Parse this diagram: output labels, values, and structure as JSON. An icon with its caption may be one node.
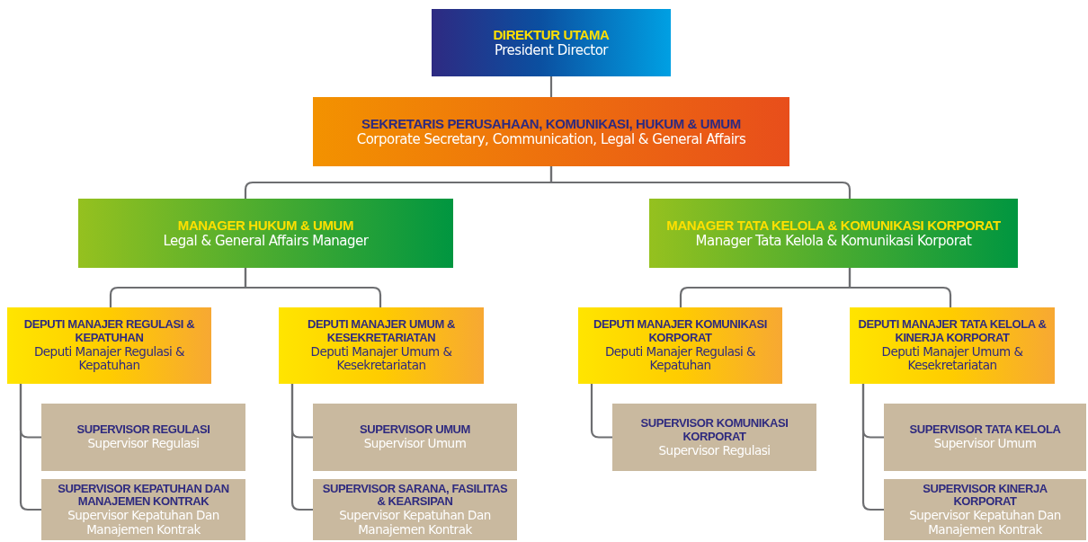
{
  "diagram": {
    "nodes": [
      {
        "text": [
          "DIREKTUR UTAMA",
          "President Director"
        ]
      },
      {
        "text": [
          "SEKRETARIS PERUSAHAAN, KOMUNIKASI, HUKUM & UMUM",
          "Corporate Secretary, Communication, Legal & General Affairs"
        ]
      },
      {
        "text": [
          "MANAGER HUKUM & UMUM",
          "Legal & General Affairs Manager"
        ]
      },
      {
        "text": [
          "MANAGER TATA KELOLA & KOMUNIKASI KORPORAT",
          "Manager Tata Kelola & Komunikasi Korporat"
        ]
      },
      {
        "text": [
          "DEPUTI MANAJER REGULASI & KEPATUHAN",
          "Deputi Manajer Regulasi & Kepatuhan"
        ]
      },
      {
        "text": [
          "DEPUTI MANAJER UMUM & KESEKRETARIATAN",
          "Deputi Manajer Umum & Kesekretariatan"
        ]
      },
      {
        "text": [
          "DEPUTI MANAJER KOMUNIKASI KORPORAT",
          "Deputi Manajer Regulasi & Kepatuhan"
        ]
      },
      {
        "text": [
          "DEPUTI MANAJER TATA KELOLA & KINERJA KORPORAT",
          "Deputi Manajer Umum & Kesekretariatan"
        ]
      },
      {
        "text": [
          "SUPERVISOR REGULASI",
          "Supervisor Regulasi"
        ]
      },
      {
        "text": [
          "SUPERVISOR KEPATUHAN DAN MANAJEMEN KONTRAK",
          "Supervisor Kepatuhan Dan Manajemen Kontrak"
        ]
      },
      {
        "text": [
          "SUPERVISOR UMUM",
          "Supervisor Umum"
        ]
      },
      {
        "text": [
          "SUPERVISOR SARANA, FASILITAS & KEARSIPAN",
          "Supervisor Kepatuhan Dan Manajemen Kontrak"
        ]
      },
      {
        "text": [
          "SUPERVISOR KOMUNIKASI KORPORAT",
          "Supervisor Regulasi"
        ]
      },
      {
        "text": [
          "SUPERVISOR TATA KELOLA",
          "Supervisor Umum"
        ]
      },
      {
        "text": [
          "SUPERVISOR KINERJA KORPORAT",
          "Supervisor Kepatuhan Dan Manajemen Kontrak"
        ]
      }
    ],
    "edges": [
      {
        "from": 0,
        "to": 1,
        "arrow": "none"
      },
      {
        "from": 1,
        "to": 2,
        "arrow": "none"
      },
      {
        "from": 1,
        "to": 3,
        "arrow": "none"
      },
      {
        "from": 2,
        "to": 4,
        "arrow": "none"
      },
      {
        "from": 2,
        "to": 5,
        "arrow": "none"
      },
      {
        "from": 3,
        "to": 6,
        "arrow": "none"
      },
      {
        "from": 3,
        "to": 7,
        "arrow": "none"
      },
      {
        "from": 4,
        "to": 8,
        "arrow": "none"
      },
      {
        "from": 4,
        "to": 9,
        "arrow": "none"
      },
      {
        "from": 5,
        "to": 10,
        "arrow": "none"
      },
      {
        "from": 5,
        "to": 11,
        "arrow": "none"
      },
      {
        "from": 6,
        "to": 12,
        "arrow": "none"
      },
      {
        "from": 7,
        "to": 13,
        "arrow": "none"
      },
      {
        "from": 7,
        "to": 14,
        "arrow": "none"
      }
    ]
  }
}
